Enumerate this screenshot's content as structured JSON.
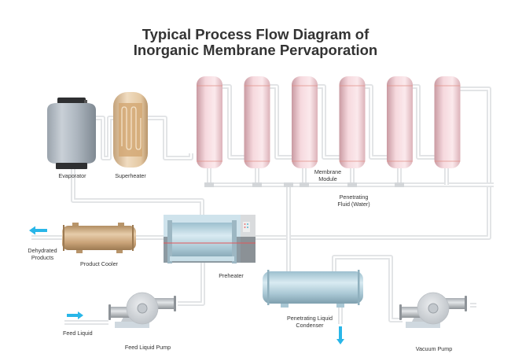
{
  "title": {
    "line1": "Typical Process Flow Diagram of",
    "line2": "Inorganic Membrane Pervaporation"
  },
  "components": {
    "evaporator": {
      "label": "Evaporator",
      "icon": "evaporator-tank-icon"
    },
    "superheater": {
      "label": "Superheater",
      "icon": "superheater-coil-icon"
    },
    "membrane_module": {
      "label_line1": "Membrane",
      "label_line2": "Module",
      "count": 6,
      "icon": "membrane-vessel-icon"
    },
    "penetrating_fluid": {
      "label_line1": "Penetrating",
      "label_line2": "Fluid (Water)"
    },
    "product_cooler": {
      "label": "Product Cooler",
      "icon": "heat-exchanger-icon"
    },
    "preheater": {
      "label": "Preheater",
      "icon": "preheater-icon"
    },
    "condenser": {
      "label_line1": "Penetrating Liquid",
      "label_line2": "Condenser",
      "icon": "condenser-icon"
    },
    "feed_pump": {
      "label": "Feed Liquid Pump",
      "icon": "centrifugal-pump-icon"
    },
    "vacuum_pump": {
      "label": "Vacuum Pump",
      "icon": "centrifugal-pump-icon"
    }
  },
  "streams": {
    "dehydrated": {
      "label_line1": "Dehydrated",
      "label_line2": "Products",
      "direction": "out",
      "icon": "arrow-left-icon"
    },
    "feed": {
      "label": "Feed Liquid",
      "direction": "in",
      "icon": "arrow-right-icon"
    },
    "condensate": {
      "direction": "out",
      "icon": "arrow-down-icon"
    }
  },
  "colors": {
    "arrow": "#29b6e8",
    "pipe": "#e2e4e6",
    "membrane": "#f1cdd3",
    "copper": "#c9a277",
    "steel": "#b3bcc5",
    "preheater": "#b9d6e3"
  }
}
